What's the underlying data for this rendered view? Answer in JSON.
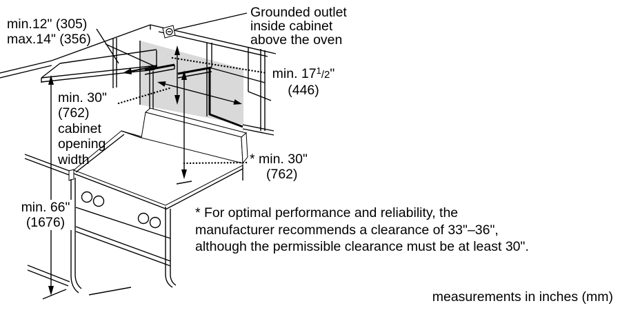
{
  "canvas": {
    "bg": "#ffffff",
    "line_color": "#000000",
    "wall_fill": "#d9d9d9"
  },
  "labels": {
    "cabinet_depth": {
      "line1": "min.12\" (305)",
      "line2": "max.14\" (356)"
    },
    "grounded_outlet": {
      "line1": "Grounded outlet",
      "line2": "inside cabinet",
      "line3": "above the oven"
    },
    "wall_height": {
      "prefix": "min. 17",
      "sup": "1",
      "frac": "/2",
      "quote": "\"",
      "mm": "(446)"
    },
    "cabinet_opening": {
      "line1": "min. 30\"",
      "line2": "(762)",
      "line3": "cabinet",
      "line4": "opening",
      "line5": "width"
    },
    "cooktop_clearance": {
      "line1": "* min. 30\"",
      "line2": "(762)"
    },
    "floor_height": {
      "line1": "min. 66\"",
      "line2": "(1676)"
    },
    "footnote": {
      "line1": "* For optimal performance and reliability, the",
      "line2": "manufacturer recommends a clearance of 33\"–36\",",
      "line3": "although the permissible clearance must be at least 30\"."
    },
    "units_note": "measurements in inches (mm)"
  }
}
